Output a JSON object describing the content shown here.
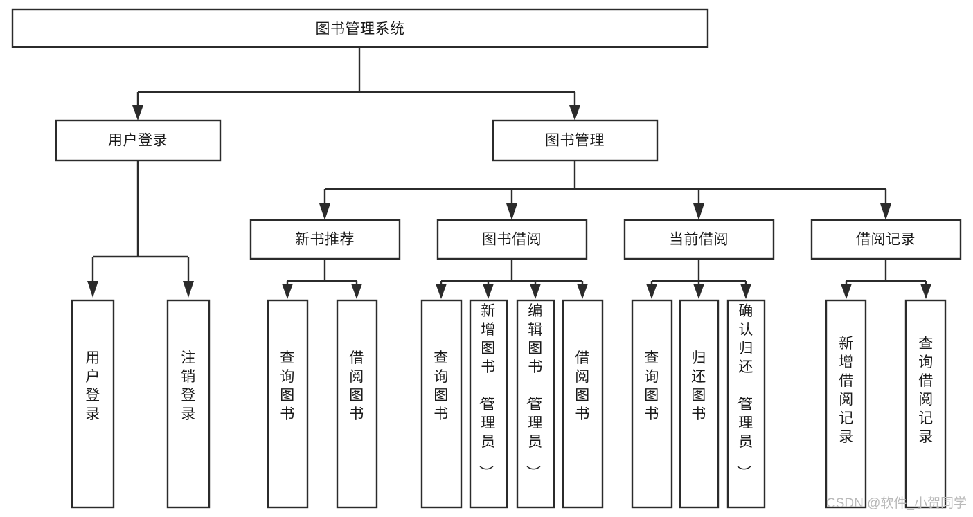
{
  "diagram": {
    "title": "图书管理系统",
    "type": "tree-hierarchy",
    "watermark": "CSDN @软件_小贺同学",
    "root": {
      "id": "root",
      "label": "图书管理系统"
    },
    "level1": [
      {
        "id": "user-login",
        "label": "用户登录"
      },
      {
        "id": "book-management",
        "label": "图书管理"
      }
    ],
    "level2": [
      {
        "id": "new-book-recommend",
        "label": "新书推荐",
        "parent": "book-management"
      },
      {
        "id": "book-borrow",
        "label": "图书借阅",
        "parent": "book-management"
      },
      {
        "id": "current-borrow",
        "label": "当前借阅",
        "parent": "book-management"
      },
      {
        "id": "borrow-record",
        "label": "借阅记录",
        "parent": "book-management"
      }
    ],
    "leaves": [
      {
        "id": "leaf-user-login",
        "label": "用户登录",
        "parent": "user-login"
      },
      {
        "id": "leaf-logout",
        "label": "注销登录",
        "parent": "user-login"
      },
      {
        "id": "leaf-query-book-1",
        "label": "查询图书",
        "parent": "new-book-recommend"
      },
      {
        "id": "leaf-borrow-book-1",
        "label": "借阅图书",
        "parent": "new-book-recommend"
      },
      {
        "id": "leaf-query-book-2",
        "label": "查询图书",
        "parent": "book-borrow"
      },
      {
        "id": "leaf-add-book",
        "label": "新增图书（管理员）",
        "parent": "book-borrow"
      },
      {
        "id": "leaf-edit-book",
        "label": "编辑图书（管理员）",
        "parent": "book-borrow"
      },
      {
        "id": "leaf-borrow-book-2",
        "label": "借阅图书",
        "parent": "book-borrow"
      },
      {
        "id": "leaf-query-book-3",
        "label": "查询图书",
        "parent": "current-borrow"
      },
      {
        "id": "leaf-return-book",
        "label": "归还图书",
        "parent": "current-borrow"
      },
      {
        "id": "leaf-confirm-return",
        "label": "确认归还（管理员）",
        "parent": "current-borrow"
      },
      {
        "id": "leaf-add-record",
        "label": "新增借阅记录",
        "parent": "borrow-record"
      },
      {
        "id": "leaf-query-record",
        "label": "查询借阅记录",
        "parent": "borrow-record"
      }
    ],
    "colors": {
      "box_stroke": "#2b2b2b",
      "box_fill": "#ffffff",
      "text": "#1a1a1a",
      "background": "#ffffff",
      "watermark": "#b9b9b9"
    }
  }
}
